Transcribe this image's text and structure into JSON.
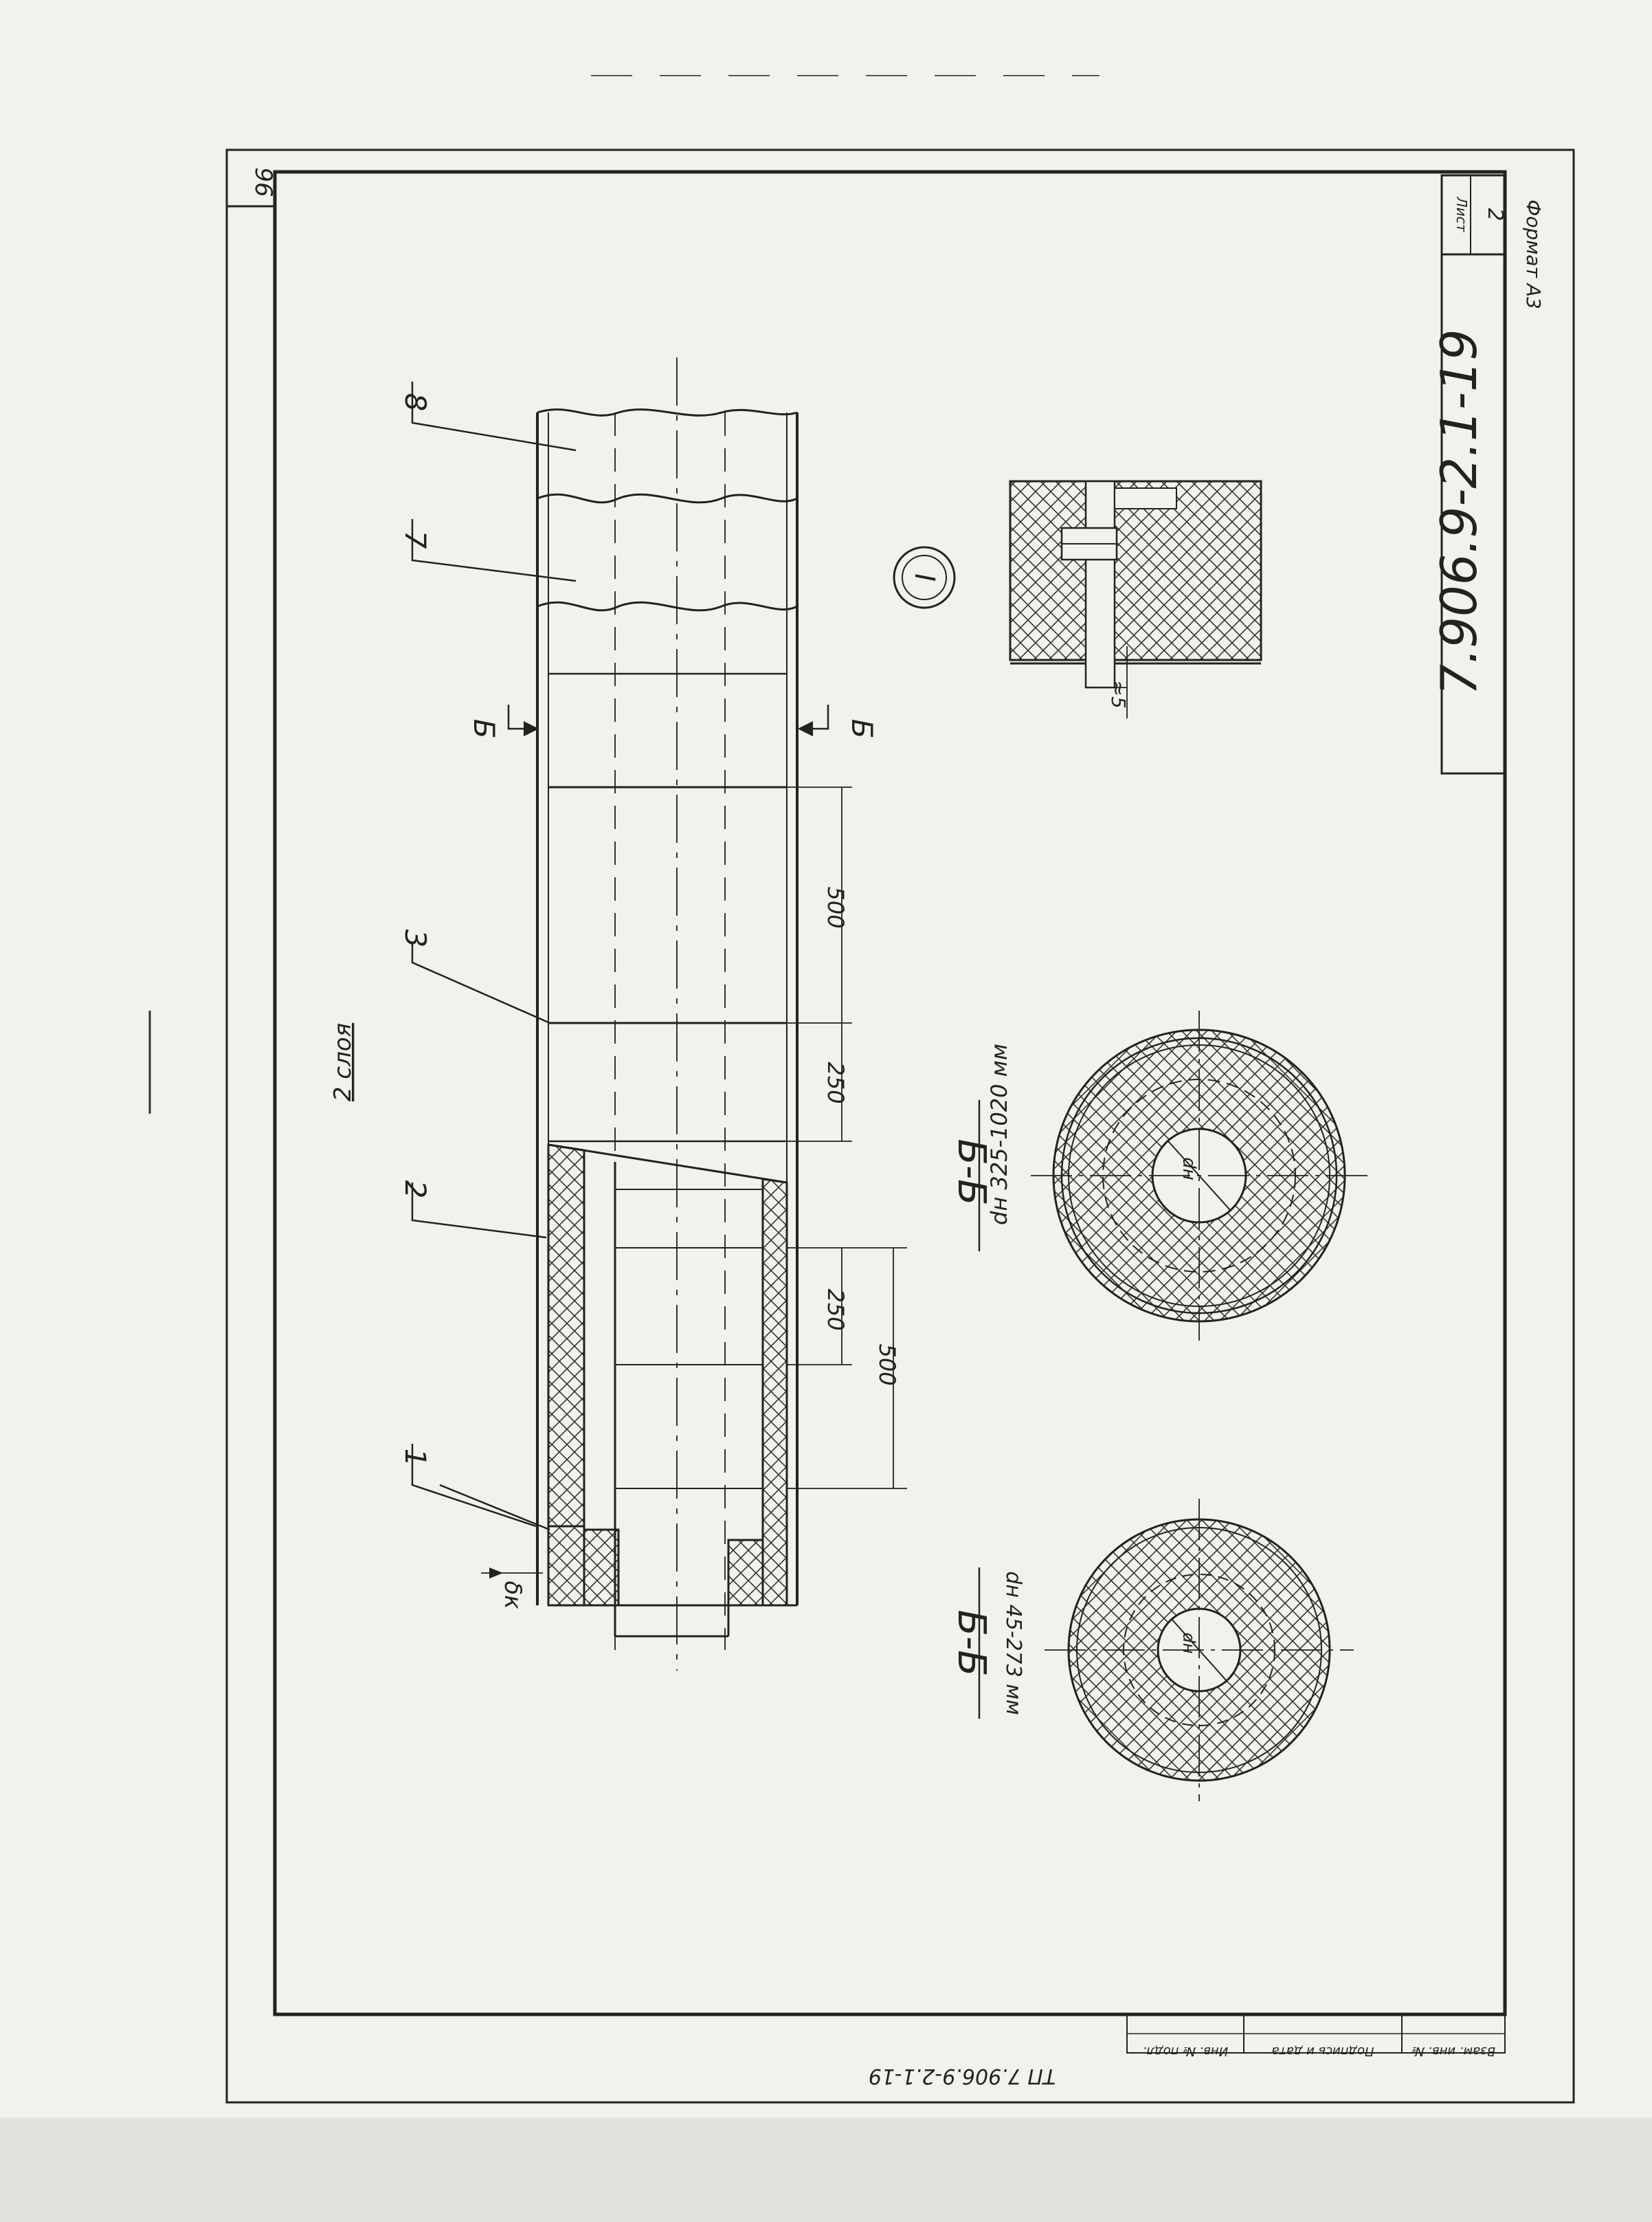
{
  "page_number": "96",
  "layers_label": "2 слоя",
  "item_labels": [
    "1",
    "2",
    "3",
    "7",
    "8"
  ],
  "section_mark": "Б",
  "detail_mark": "I",
  "dimensions": {
    "left_500": "500",
    "left_250": "250",
    "mid_250": "250",
    "mid_500": "500",
    "detail_gap": "≈5",
    "thickness": "δк"
  },
  "sections": {
    "large_title": "Б-Б",
    "large_subtitle": "dн 325-1020 мм",
    "small_title": "Б-Б",
    "small_subtitle": "dн 45-273 мм",
    "diameter_label": "dн"
  },
  "title_block": {
    "code": "7.906.9-2.1-19",
    "sheet_label": "Лист",
    "sheet_number": "2",
    "format": "Формат А3"
  },
  "stamp": {
    "inventory": "Инв. № подл.",
    "signature": "Подпись и дата",
    "replaced": "Взам. инв. №"
  },
  "margin_code": "ТП 7.906.9-2.1-19"
}
